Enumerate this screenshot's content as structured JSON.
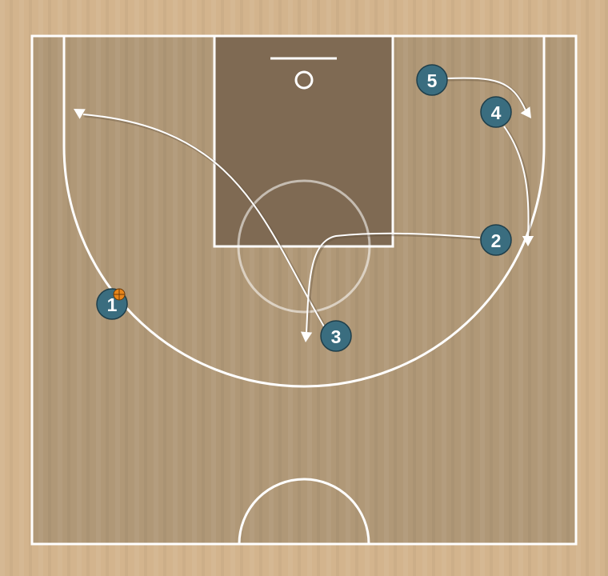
{
  "colors": {
    "floor_outer": "#d3b48d",
    "floor_inner": "#b09877",
    "paint": "#7f6a53",
    "lines": "#ffffff",
    "player_fill": "#3a6d7f",
    "player_stroke": "#1f3e4a",
    "player_text": "#ffffff",
    "path_shadow": "#5e4c38",
    "ball": "#e8861a"
  },
  "players": [
    {
      "id": "p1",
      "label": "1",
      "has_ball": true
    },
    {
      "id": "p2",
      "label": "2",
      "has_ball": false
    },
    {
      "id": "p3",
      "label": "3",
      "has_ball": false
    },
    {
      "id": "p4",
      "label": "4",
      "has_ball": false
    },
    {
      "id": "p5",
      "label": "5",
      "has_ball": false
    }
  ],
  "movements": [
    {
      "id": "cut-3",
      "player": "3"
    },
    {
      "id": "cut-2",
      "player": "2"
    },
    {
      "id": "cut-5",
      "player": "5"
    },
    {
      "id": "cut-4",
      "player": "4"
    }
  ]
}
